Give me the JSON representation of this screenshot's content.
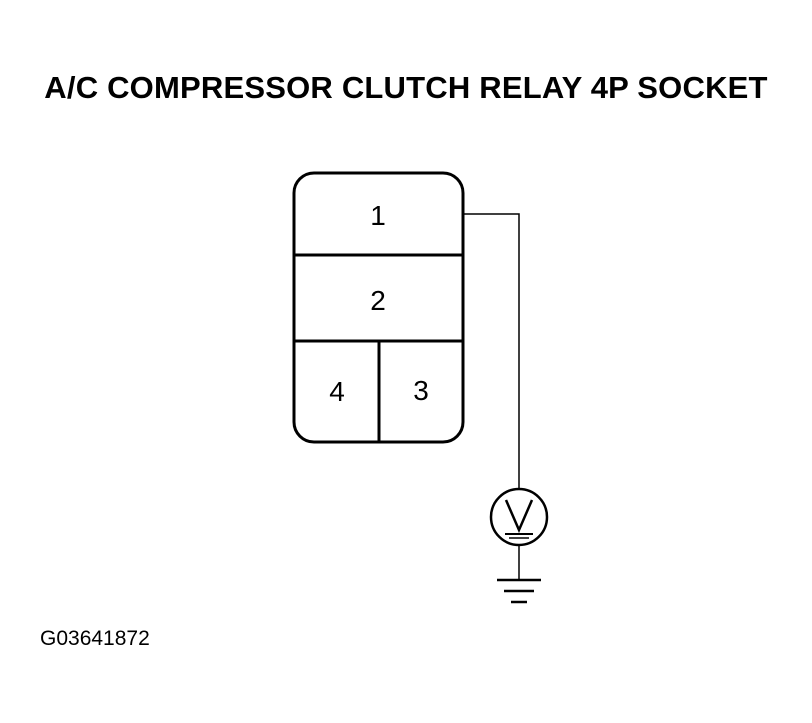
{
  "title": "A/C COMPRESSOR CLUTCH RELAY 4P SOCKET",
  "connector": {
    "pins": [
      {
        "number": "1"
      },
      {
        "number": "2"
      },
      {
        "number": "4"
      },
      {
        "number": "3"
      }
    ]
  },
  "figure_id": "G03641872",
  "icons": {
    "meter": "voltmeter-icon",
    "ground": "ground-icon"
  },
  "colors": {
    "line": "#000000",
    "background": "#ffffff"
  }
}
